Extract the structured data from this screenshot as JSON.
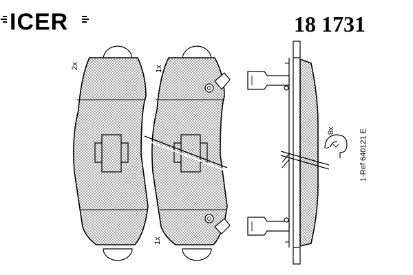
{
  "brand": {
    "logo_text": "ICER",
    "logo_color": "#000000"
  },
  "part_number": "18 1731",
  "labels": {
    "pad_left_qty": "2x",
    "pad_mid_top_qty": "1x",
    "pad_mid_bottom_qty": "1x",
    "clip_qty": "8x",
    "reference": "1-Ref 640121 E"
  },
  "colors": {
    "ink": "#000000",
    "background": "#ffffff"
  }
}
